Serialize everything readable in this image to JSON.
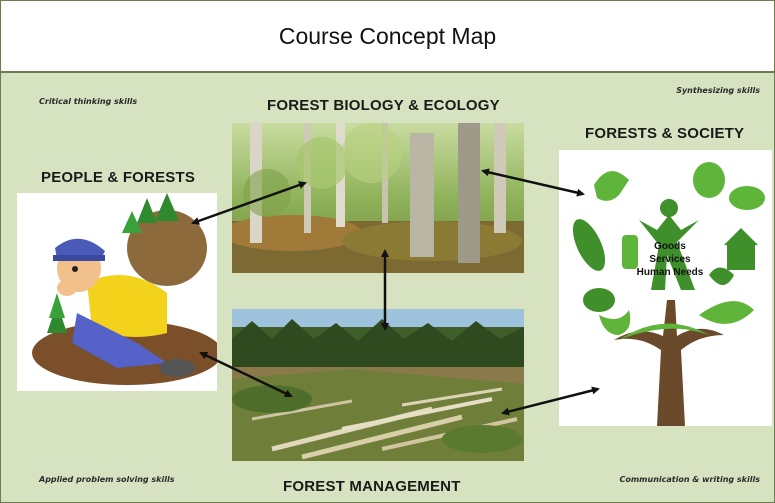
{
  "title": "Course Concept Map",
  "skills": {
    "top_left": "Critical thinking skills",
    "top_right": "Synthesizing skills",
    "bottom_left": "Applied problem solving skills",
    "bottom_right": "Communication & writing skills"
  },
  "nodes": {
    "biology": "FOREST BIOLOGY & ECOLOGY",
    "people": "PEOPLE & FORESTS",
    "society": "FORESTS & SOCIETY",
    "management": "FOREST MANAGEMENT"
  },
  "society_center": [
    "Goods",
    "Services",
    "Human Needs"
  ],
  "colors": {
    "background": "#d7e3c0",
    "border": "#6b7b52",
    "society_green": "#5fb43a",
    "trunk": "#6b4a2b"
  }
}
